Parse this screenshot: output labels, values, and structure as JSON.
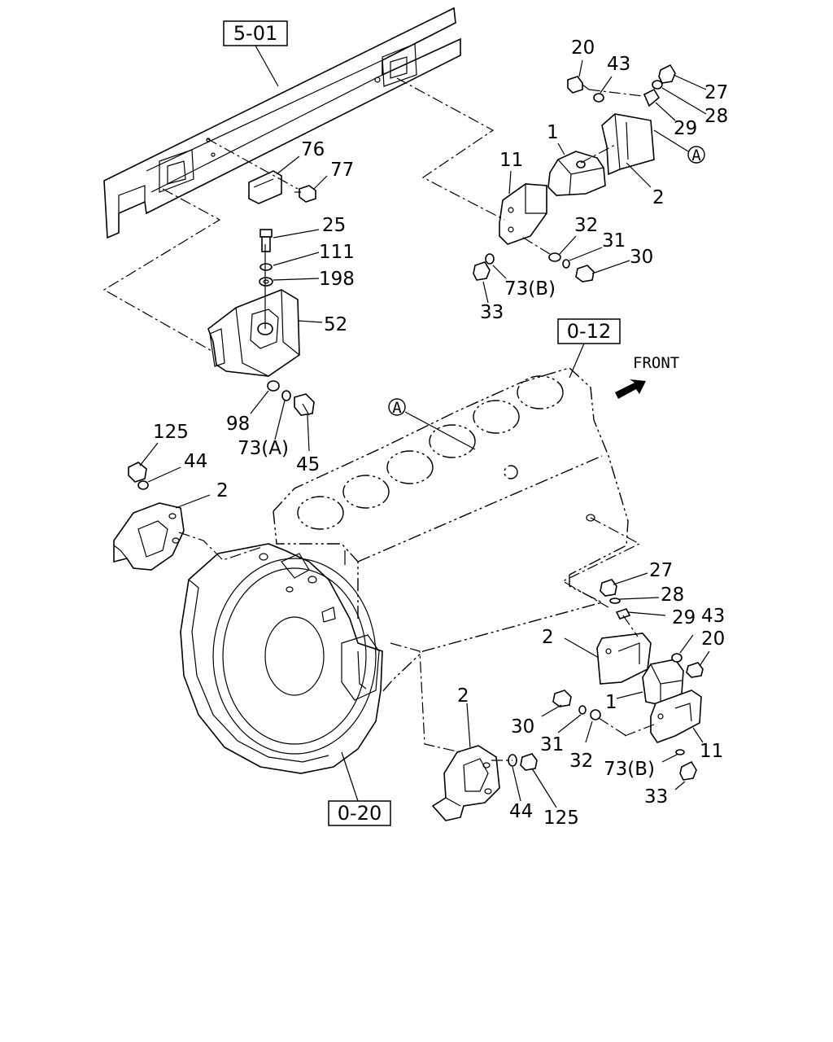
{
  "references": {
    "frame": "5-01",
    "engine": "0-12",
    "flywheel_housing": "0-20"
  },
  "front_label": "FRONT",
  "callout_letter": "A",
  "labels": {
    "p20_top": "20",
    "p43_top": "43",
    "p27_top": "27",
    "p28_top": "28",
    "p29_top": "29",
    "p1_top": "1",
    "p11_top": "11",
    "p2_top": "2",
    "p32_top": "32",
    "p31_top": "31",
    "p30_top": "30",
    "p73b_top": "73(B)",
    "p33_top": "33",
    "p76": "76",
    "p77": "77",
    "p25": "25",
    "p111": "111",
    "p198": "198",
    "p52": "52",
    "p98": "98",
    "p73a": "73(A)",
    "p45": "45",
    "p125_left": "125",
    "p44_left": "44",
    "p2_left": "2",
    "p27_right": "27",
    "p28_right": "28",
    "p29_right": "29",
    "p43_right": "43",
    "p20_right": "20",
    "p2_right": "2",
    "p1_right": "1",
    "p30_bottom": "30",
    "p31_bottom": "31",
    "p32_bottom": "32",
    "p11_right": "11",
    "p73b_bottom": "73(B)",
    "p33_bottom": "33",
    "p2_bottom": "2",
    "p44_bottom": "44",
    "p125_bottom": "125"
  }
}
